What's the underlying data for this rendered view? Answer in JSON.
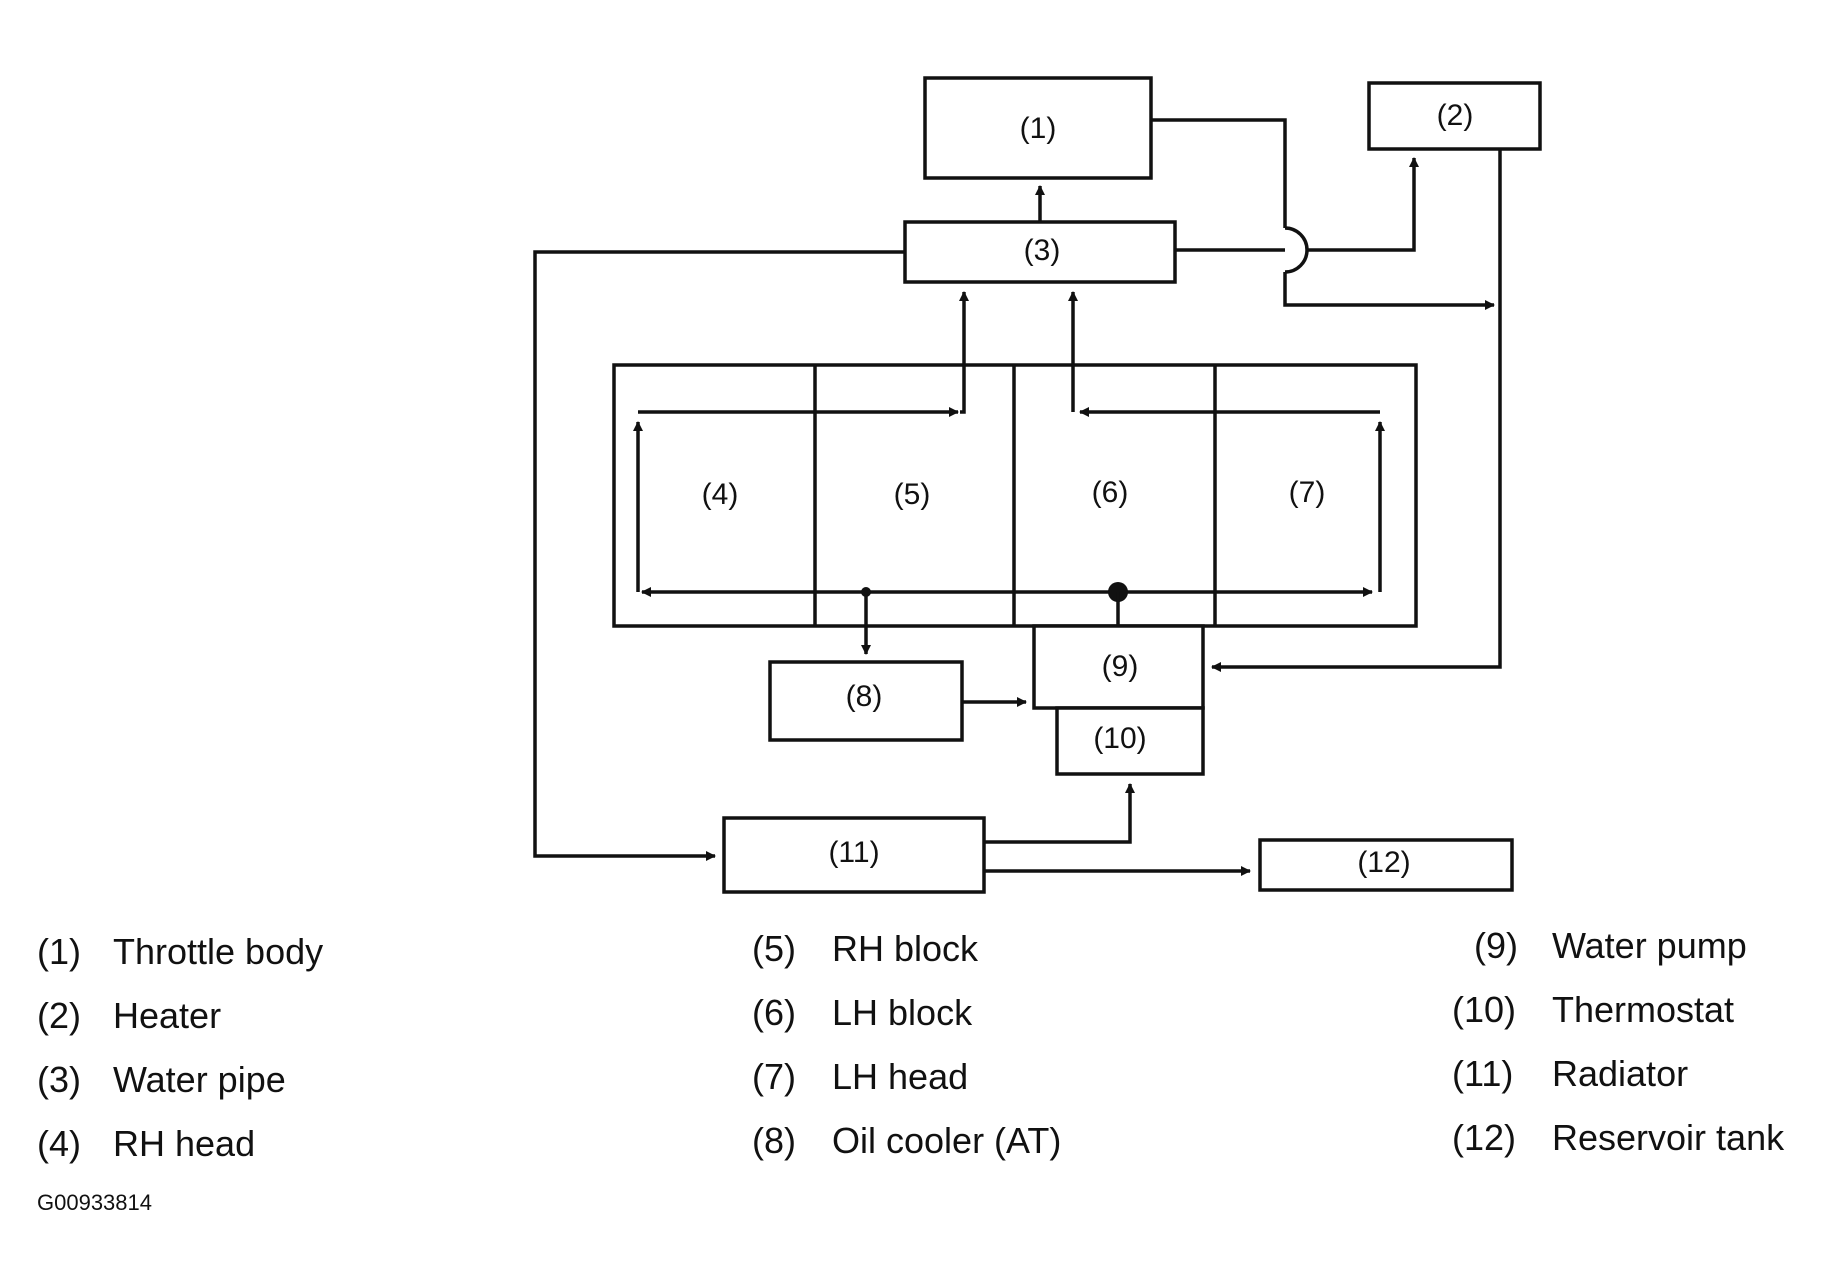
{
  "boxes": {
    "b1": "(1)",
    "b2": "(2)",
    "b3": "(3)",
    "b4": "(4)",
    "b5": "(5)",
    "b6": "(6)",
    "b7": "(7)",
    "b8": "(8)",
    "b9": "(9)",
    "b10": "(10)",
    "b11": "(11)",
    "b12": "(12)"
  },
  "legend": [
    {
      "num": "(1)",
      "label": "Throttle body"
    },
    {
      "num": "(2)",
      "label": "Heater"
    },
    {
      "num": "(3)",
      "label": "Water pipe"
    },
    {
      "num": "(4)",
      "label": "RH head"
    },
    {
      "num": "(5)",
      "label": "RH block"
    },
    {
      "num": "(6)",
      "label": "LH block"
    },
    {
      "num": "(7)",
      "label": "LH head"
    },
    {
      "num": "(8)",
      "label": "Oil cooler (AT)"
    },
    {
      "num": "(9)",
      "label": "Water pump"
    },
    {
      "num": "(10)",
      "label": "Thermostat"
    },
    {
      "num": "(11)",
      "label": "Radiator"
    },
    {
      "num": "(12)",
      "label": "Reservoir tank"
    }
  ],
  "figure_code": "G00933814"
}
